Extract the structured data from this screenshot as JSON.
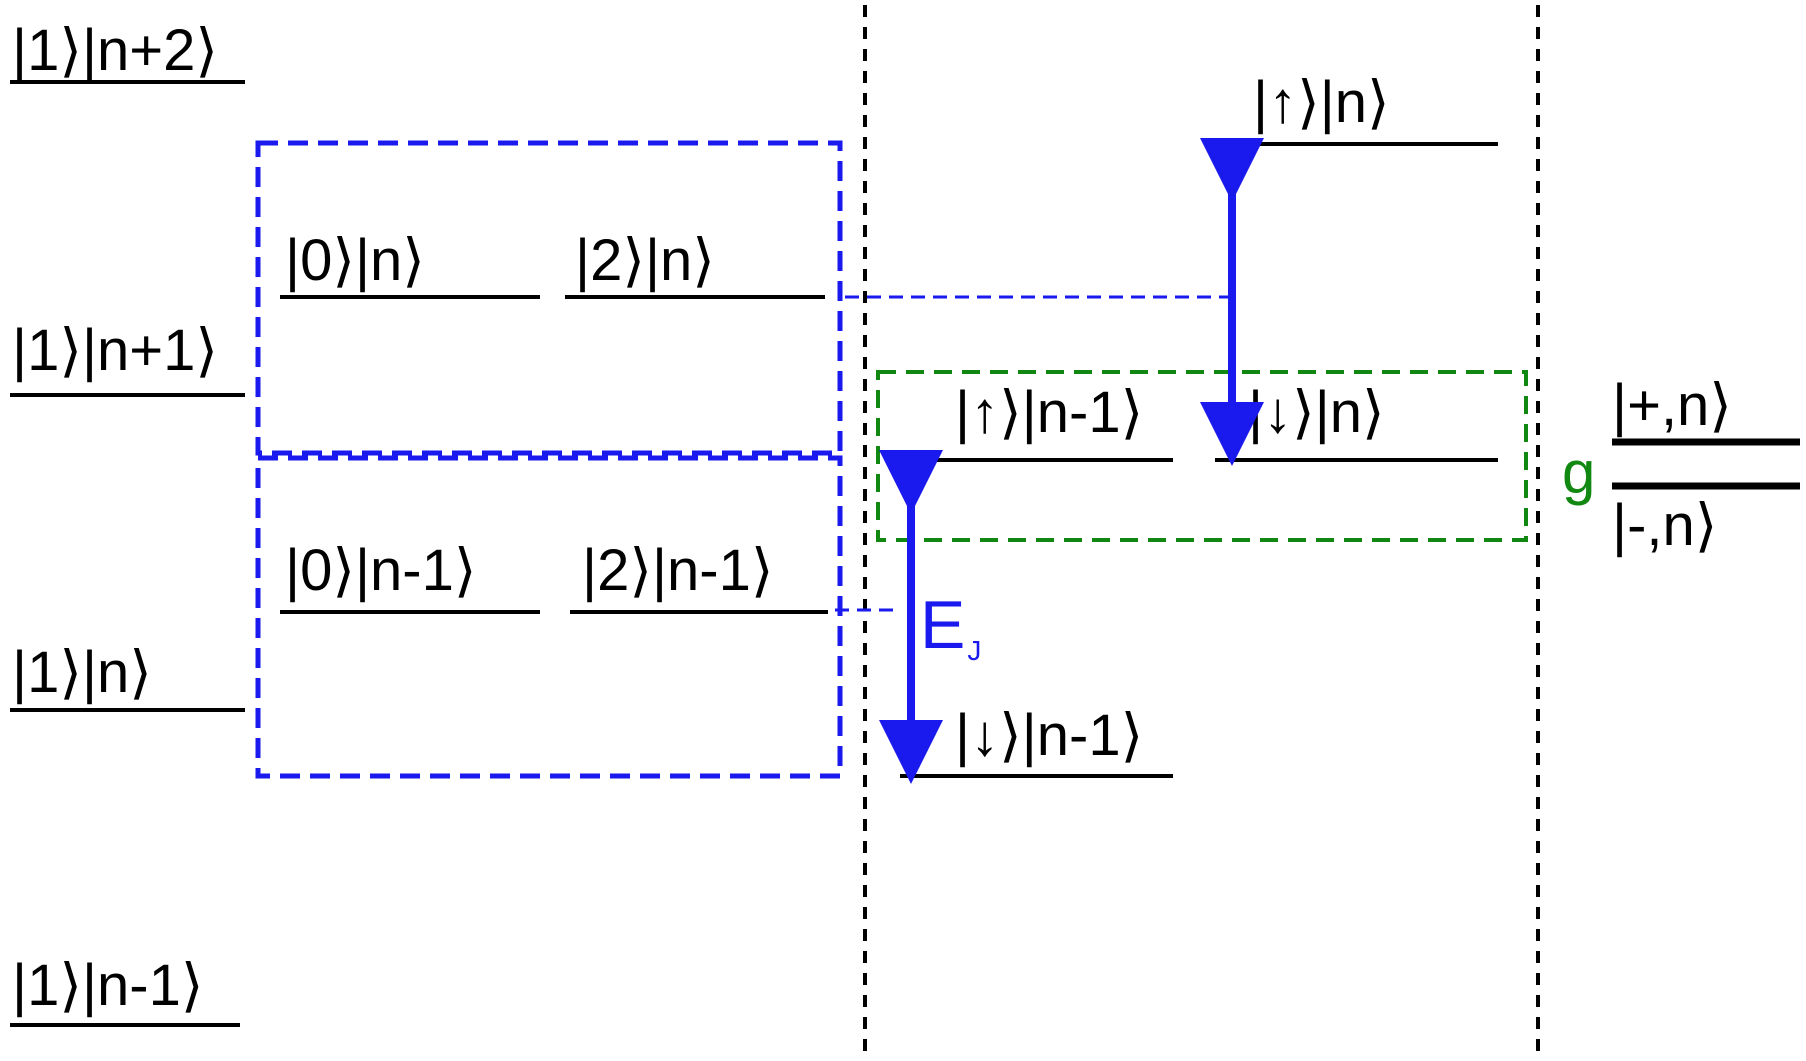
{
  "colors": {
    "text": "#000000",
    "blue": "#1a1aee",
    "green": "#118811",
    "divider": "#000000"
  },
  "column1": {
    "state_n_plus_2": "|1⟩|n+2⟩",
    "state_n_plus_1": "|1⟩|n+1⟩",
    "state_n": "|1⟩|n⟩",
    "state_n_minus_1": "|1⟩|n-1⟩"
  },
  "column2": {
    "upper_left": "|0⟩|n⟩",
    "upper_right": "|2⟩|n⟩",
    "lower_left": "|0⟩|n-1⟩",
    "lower_right": "|2⟩|n-1⟩"
  },
  "column3": {
    "up_n": "|↑⟩|n⟩",
    "up_n_minus_1": "|↑⟩|n-1⟩",
    "down_n": "|↓⟩|n⟩",
    "down_n_minus_1": "|↓⟩|n-1⟩",
    "ej_main": "E",
    "ej_sub": "J"
  },
  "column4": {
    "coupling": "g",
    "plus_state": "|+,n⟩",
    "minus_state": "|-,n⟩"
  }
}
